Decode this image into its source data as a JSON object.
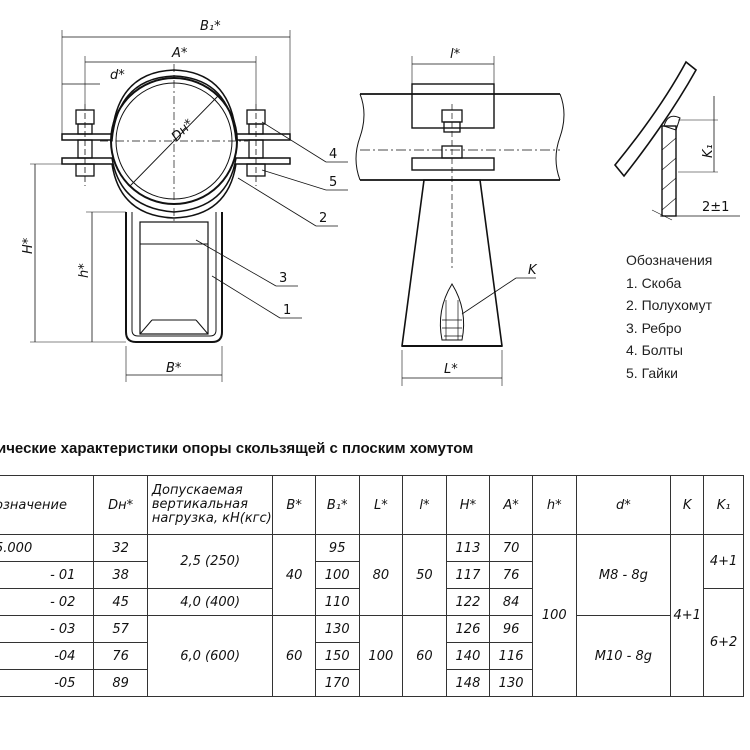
{
  "drawing": {
    "front_labels": {
      "b1": "B₁*",
      "a": "A*",
      "d": "d*",
      "dn": "Dн*",
      "h_total": "H*",
      "h": "h*",
      "b": "B*",
      "callouts": [
        "4",
        "5",
        "2",
        "3",
        "1"
      ]
    },
    "side_labels": {
      "l": "l*",
      "L": "L*",
      "k": "K"
    },
    "detail_labels": {
      "k1": "K₁",
      "gap": "2±1"
    }
  },
  "legend": {
    "title": "Обозначения",
    "items": [
      "1. Скоба",
      "2. Полухомут",
      "3. Ребро",
      "4. Болты",
      "5. Гайки"
    ]
  },
  "table_title": "ические характеристики опоры скользящей с плоским хомутом",
  "table": {
    "headers": {
      "designation": "означение",
      "dn": "Dн*",
      "load": "Допускаемая вертикальная нагрузка, кН(кгс)",
      "b": "B*",
      "b1": "B₁*",
      "L": "L*",
      "l": "l*",
      "H": "H*",
      "A": "A*",
      "h": "h*",
      "d": "d*",
      "k": "K",
      "k1": "K₁"
    },
    "rows": [
      {
        "designation": "5.000",
        "dn": "32",
        "b1": "95",
        "H": "113",
        "A": "70"
      },
      {
        "designation": "- 01",
        "dn": "38",
        "b1": "100",
        "H": "117",
        "A": "76"
      },
      {
        "designation": "- 02",
        "dn": "45",
        "b1": "110",
        "H": "122",
        "A": "84"
      },
      {
        "designation": "- 03",
        "dn": "57",
        "b1": "130",
        "H": "126",
        "A": "96"
      },
      {
        "designation": "-04",
        "dn": "76",
        "b1": "150",
        "H": "140",
        "A": "116"
      },
      {
        "designation": "-05",
        "dn": "89",
        "b1": "170",
        "H": "148",
        "A": "130"
      }
    ],
    "merged": {
      "load1": "2,5 (250)",
      "load2": "4,0 (400)",
      "load3": "6,0 (600)",
      "b_top": "40",
      "b_bottom": "60",
      "L_top": "80",
      "L_bottom": "100",
      "l_top": "50",
      "l_bottom": "60",
      "h_all": "100",
      "d_top": "M8 - 8g",
      "d_bottom": "M10 - 8g",
      "k_all": "4+1",
      "k1_top": "4+1",
      "k1_bottom": "6+2"
    }
  }
}
